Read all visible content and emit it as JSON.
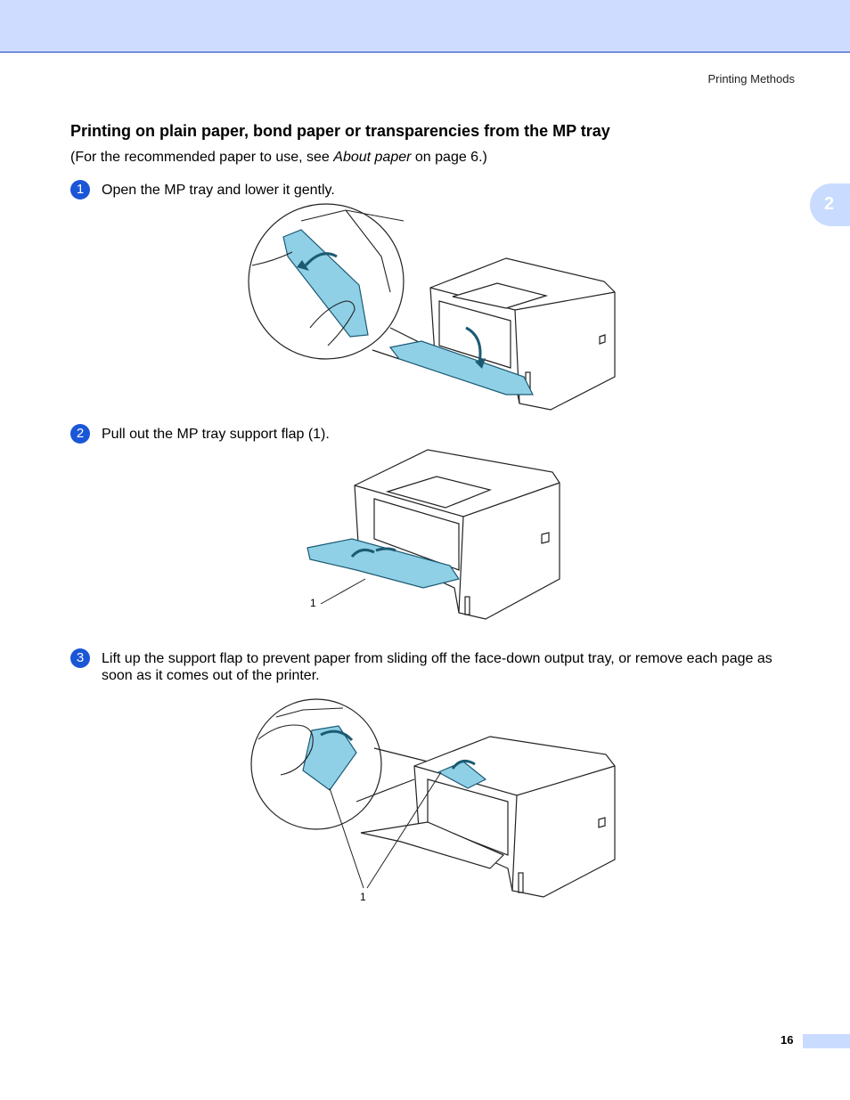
{
  "header": {
    "running_title": "Printing Methods"
  },
  "chapter_tab": {
    "number": "2"
  },
  "section": {
    "title": "Printing on plain paper, bond paper or transparencies from the MP tray",
    "intro_before": "(For the recommended paper to use, see ",
    "intro_link": "About paper",
    "intro_after": " on page 6.)"
  },
  "steps": [
    {
      "number": "1",
      "text": "Open the MP tray and lower it gently."
    },
    {
      "number": "2",
      "text": "Pull out the MP tray support flap (1)."
    },
    {
      "number": "3",
      "text": "Lift up the support flap to prevent paper from sliding off the face-down output tray, or remove each page as soon as it comes out of the printer."
    }
  ],
  "figures": {
    "fig2_callout": "1",
    "fig3_callout": "1"
  },
  "footer": {
    "page_number": "16"
  },
  "colors": {
    "accent": "#1a56d6",
    "band": "#cddcff",
    "tray": "#8fd0e6"
  }
}
